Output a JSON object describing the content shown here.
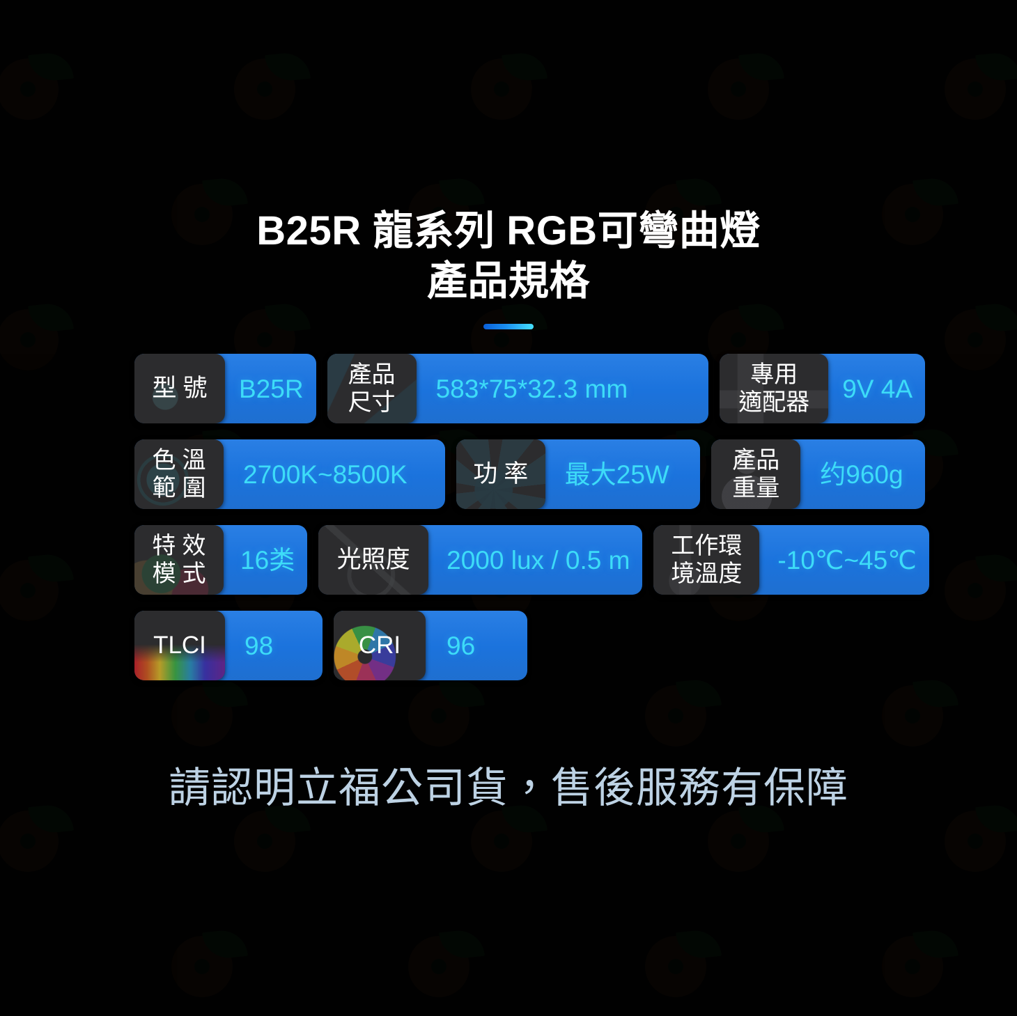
{
  "title": {
    "line1": "B25R 龍系列 RGB可彎曲燈",
    "line2": "產品規格"
  },
  "colors": {
    "background": "#010101",
    "value_panel": "#1b73dd",
    "value_text": "#3ddcf8",
    "label_chip": "#2c2c2e",
    "label_text": "#ffffff",
    "divider_from": "#0a5fd8",
    "divider_to": "#46e2ff",
    "footer_text": "#bdd2e4"
  },
  "spec_rows": [
    {
      "items": [
        {
          "label_lines": [
            "型 號"
          ],
          "value": "B25R",
          "icon": "lamp-icon",
          "chip_width": 130,
          "value_width": 152,
          "value_pad_left": 140,
          "spaced": false
        },
        {
          "label_lines": [
            "產品",
            "尺寸"
          ],
          "value": "583*75*32.3 mm",
          "icon": "box-icon",
          "chip_width": 128,
          "value_width": 520,
          "value_pad_left": 146,
          "spaced": false
        },
        {
          "label_lines": [
            "專用",
            "適配器"
          ],
          "value": "9V 4A",
          "icon": "adapter-icon",
          "chip_width": 156,
          "value_width": 140,
          "value_pad_left": 166,
          "spaced": false
        }
      ]
    },
    {
      "items": [
        {
          "label_lines": [
            "色 溫",
            "範 圍"
          ],
          "value": "2700K~8500K",
          "icon": "bulb-icon",
          "chip_width": 128,
          "value_width": 322,
          "value_pad_left": 146,
          "spaced": false
        },
        {
          "label_lines": [
            "功 率"
          ],
          "value": "最大25W",
          "icon": "gear-icon",
          "chip_width": 128,
          "value_width": 222,
          "value_pad_left": 146,
          "spaced": false
        },
        {
          "label_lines": [
            "產品",
            "重量"
          ],
          "value": "约960g",
          "icon": "weight-icon",
          "chip_width": 128,
          "value_width": 176,
          "value_pad_left": 146,
          "spaced": false
        }
      ]
    },
    {
      "items": [
        {
          "label_lines": [
            "特 效",
            "模 式"
          ],
          "value": "16类",
          "icon": "effects-icon",
          "chip_width": 128,
          "value_width": 124,
          "value_pad_left": 142,
          "spaced": false
        },
        {
          "label_lines": [
            "光照度"
          ],
          "value": "2000 lux / 0.5 m",
          "icon": "check-icon",
          "chip_width": 158,
          "value_width": 300,
          "value_pad_left": 174,
          "spaced": false
        },
        {
          "label_lines": [
            "工作環",
            "境溫度"
          ],
          "value": "-10℃~45℃",
          "icon": "thermometer-icon",
          "chip_width": 152,
          "value_width": 246,
          "value_pad_left": 168,
          "spaced": false
        }
      ]
    },
    {
      "items": [
        {
          "label_lines": [
            "TLCI"
          ],
          "value": "98",
          "icon": "spectrum-icon",
          "chip_width": 130,
          "value_width": 122,
          "value_pad_left": 148,
          "spaced": false
        },
        {
          "label_lines": [
            "CRI"
          ],
          "value": "96",
          "icon": "color-wheel-icon",
          "chip_width": 132,
          "value_width": 126,
          "value_pad_left": 152,
          "spaced": false
        }
      ]
    }
  ],
  "footer": {
    "text": "請認明立福公司貨，售後服務有保障"
  },
  "watermark": {
    "icon": "brand-logo-watermark"
  }
}
